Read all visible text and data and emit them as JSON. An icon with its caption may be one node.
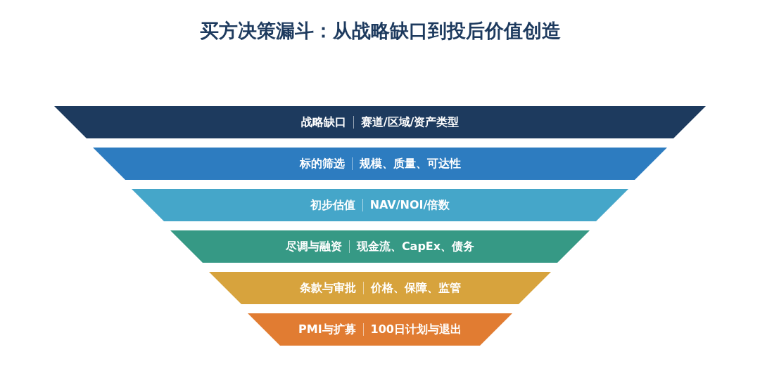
{
  "diagram": {
    "title": "买方决策漏斗：从战略缺口到投后价值创造",
    "nodes": [
      {
        "text": [
          "战略缺口",
          "赛道/区域/资产类型"
        ]
      },
      {
        "text": [
          "标的筛选",
          "规模、质量、可达性"
        ]
      },
      {
        "text": [
          "初步估值",
          "NAV/NOI/倍数"
        ]
      },
      {
        "text": [
          "尽调与融资",
          "现金流、CapEx、债务"
        ]
      },
      {
        "text": [
          "条款与审批",
          "价格、保障、监管"
        ]
      },
      {
        "text": [
          "PMI与扩募",
          "100日计划与退出"
        ]
      }
    ]
  }
}
